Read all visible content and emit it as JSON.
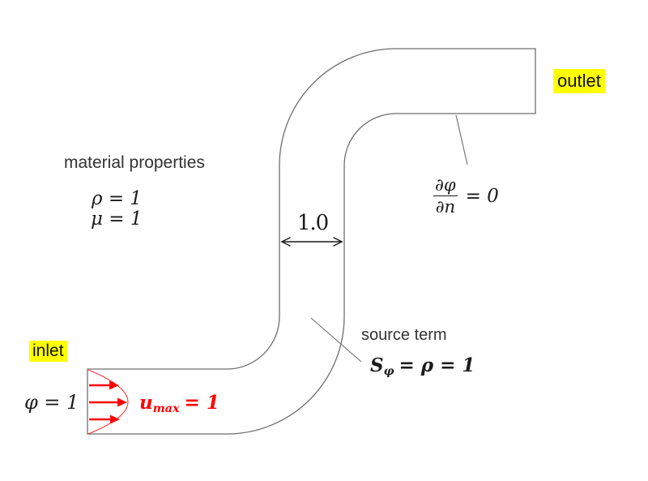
{
  "colors": {
    "highlight_yellow": "#ffff00",
    "accent_red": "#ff0000",
    "line_gray": "#6e6e6e",
    "ink": "#1c1c1c",
    "label_ink": "#333333"
  },
  "labels": {
    "inlet": "inlet",
    "outlet": "outlet",
    "material_properties": "material properties",
    "source_term": "source term",
    "channel_width": "1.0"
  },
  "equations": {
    "density": "ρ = 1",
    "viscosity": "μ = 1",
    "inlet_scalar": "φ = 1",
    "outlet_gradient": {
      "numerator": "∂φ",
      "denominator": "∂n",
      "rhs": "= 0"
    },
    "source": {
      "base": "S",
      "subscript": "φ",
      "rhs": "= ρ = 1"
    },
    "inlet_velocity": {
      "base": "u",
      "subscript": "max",
      "rhs": "= 1"
    }
  }
}
